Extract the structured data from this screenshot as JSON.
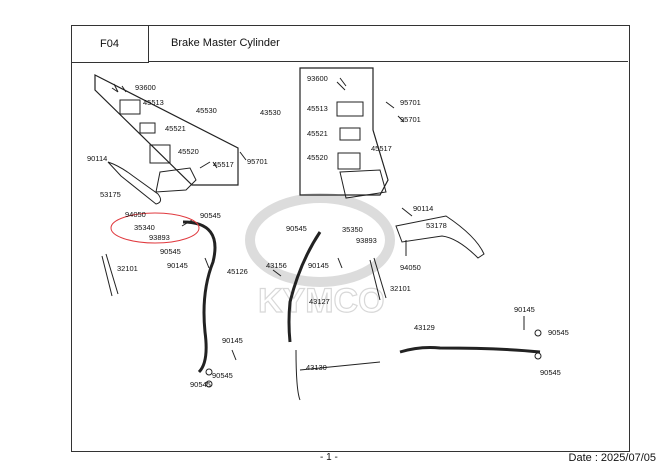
{
  "header": {
    "code": "F04",
    "title": "Brake Master Cylinder"
  },
  "footer": {
    "page": "- 1 -",
    "date_label": "Date : 2025/07/05"
  },
  "watermark": {
    "text": "KYMCO"
  },
  "parts": {
    "p93600a": "93600",
    "p45513a": "45513",
    "p45530": "45530",
    "p45521a": "45521",
    "p45520a": "45520",
    "p45517a": "45517",
    "p95701a": "95701",
    "p90114a": "90114",
    "p53175": "53175",
    "p94050a": "94050",
    "p90545a": "90545",
    "p35340": "35340",
    "p93893a": "93893",
    "p90545b": "90545",
    "p32101a": "32101",
    "p90145a": "90145",
    "p45126": "45126",
    "p90145b": "90145",
    "p90545c": "90545",
    "p90545d": "90545",
    "p93600b": "93600",
    "p43530": "43530",
    "p45513b": "45513",
    "p95701b": "95701",
    "p95701c": "95701",
    "p45521b": "45521",
    "p45517b": "45517",
    "p45520b": "45520",
    "p90114b": "90114",
    "p53178": "53178",
    "p90545e": "90545",
    "p35350": "35350",
    "p93893b": "93893",
    "p94050b": "94050",
    "p43156": "43156",
    "p90145c": "90145",
    "p32101b": "32101",
    "p43127": "43127",
    "p43129": "43129",
    "p43130": "43130",
    "p90145d": "90145",
    "p90545f": "90545",
    "p90545g": "90545"
  },
  "colors": {
    "highlight": "#e0393e",
    "line": "#222222",
    "watermark": "#d8d8d8"
  }
}
